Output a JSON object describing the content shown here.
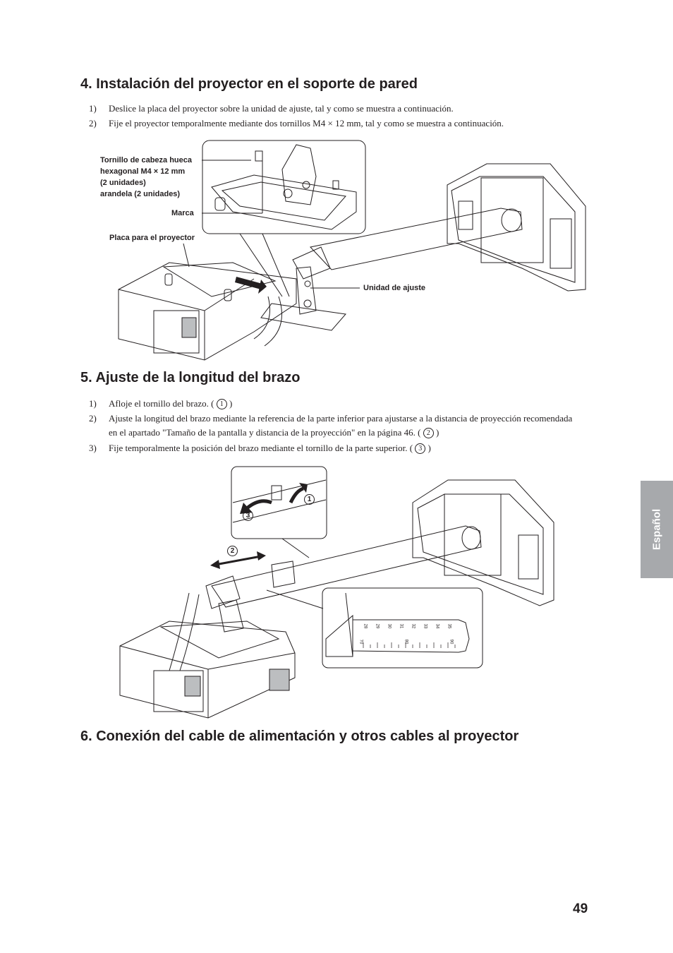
{
  "section4": {
    "heading": "4.  Instalación del proyector en el soporte de pared",
    "steps": [
      {
        "num": "1)",
        "text": "Deslice la placa del proyector sobre la unidad de ajuste, tal y como se muestra a continuación."
      },
      {
        "num": "2)",
        "text": "Fije el proyector temporalmente mediante dos tornillos M4 × 12 mm, tal y como se muestra a continuación."
      }
    ],
    "figure": {
      "label_screw_1": "Tornillo de cabeza hueca",
      "label_screw_2": "hexagonal M4 × 12 mm",
      "label_screw_3": "(2 unidades)",
      "label_screw_4": "arandela (2 unidades)",
      "label_mark": "Marca",
      "label_plate": "Placa para el proyector",
      "label_unit": "Unidad de ajuste"
    }
  },
  "section5": {
    "heading": "5.  Ajuste de la longitud del brazo",
    "steps": [
      {
        "num": "1)",
        "text": "Afloje el tornillo del brazo. (",
        "ref": "1",
        "end": ")"
      },
      {
        "num": "2)",
        "text": "Ajuste la longitud del brazo mediante la referencia de la parte inferior para ajustarse a la distancia de proyección recomendada en el apartado \"Tamaño de la pantalla y distancia de la proyección\" en la página 46. (",
        "ref": "2",
        "end": ")"
      },
      {
        "num": "3)",
        "text": "Fije temporalmente la posición del brazo mediante el tornillo de la parte superior. (",
        "ref": "3",
        "end": ")"
      }
    ],
    "figure": {
      "marker_1": "1",
      "marker_2": "2",
      "marker_3": "3",
      "scale_top": [
        "28",
        "29",
        "30",
        "31",
        "32",
        "33",
        "34",
        "35"
      ],
      "scale_bottom": [
        "70",
        "80",
        "90"
      ]
    }
  },
  "section6": {
    "heading": "6.  Conexión del cable de alimentación y otros cables al proyector"
  },
  "side_tab": "Español",
  "page_number": "49"
}
